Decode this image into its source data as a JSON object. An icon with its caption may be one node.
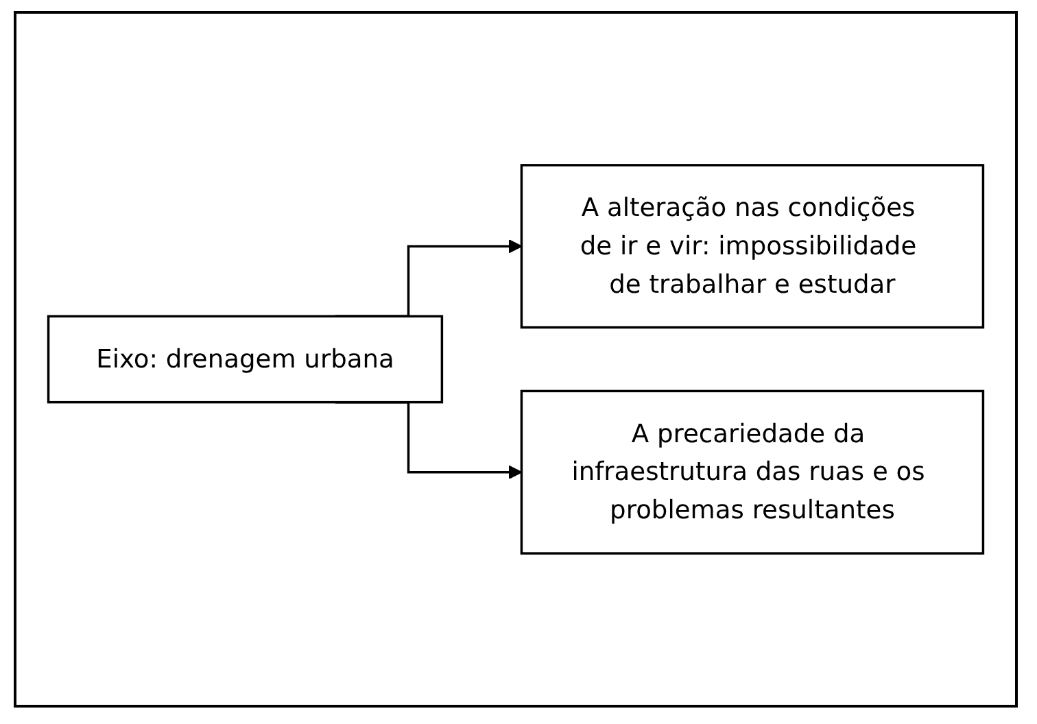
{
  "diagram": {
    "nodes": [
      {
        "text": [
          "Eixo: drenagem urbana"
        ]
      },
      {
        "text": [
          "A alteração nas condições de ir e vir: impossibilidade de trabalhar e estudar"
        ]
      },
      {
        "text": [
          "A precariedade da infraestrutura das ruas e os problemas resultantes"
        ]
      }
    ],
    "edges": [
      {
        "from": 0,
        "to": 1,
        "arrow": "to"
      },
      {
        "from": 0,
        "to": 2,
        "arrow": "to"
      }
    ]
  }
}
